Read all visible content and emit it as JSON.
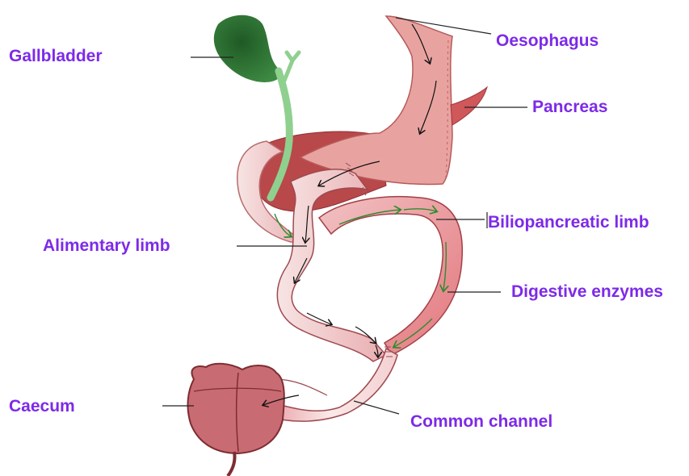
{
  "labels": {
    "gallbladder": "Gallbladder",
    "oesophagus": "Oesophagus",
    "pancreas": "Pancreas",
    "biliopancreatic_limb": "Biliopancreatic limb",
    "alimentary_limb": "Alimentary limb",
    "digestive_enzymes": "Digestive enzymes",
    "caecum": "Caecum",
    "common_channel": "Common channel"
  },
  "colors": {
    "label_text": "#7d2ae8",
    "leader_line": "#222222",
    "stomach": "#e8a3a0",
    "stomach_dark": "#c45a58",
    "liver_body": "#b9484a",
    "intestine_light": "#f6dada",
    "intestine_pink": "#e88a8f",
    "gallbladder": "#2f7a35",
    "bile_duct": "#8fd08f",
    "caecum": "#c96b72",
    "arrow_black": "#111111",
    "arrow_green": "#2e8b2e"
  }
}
